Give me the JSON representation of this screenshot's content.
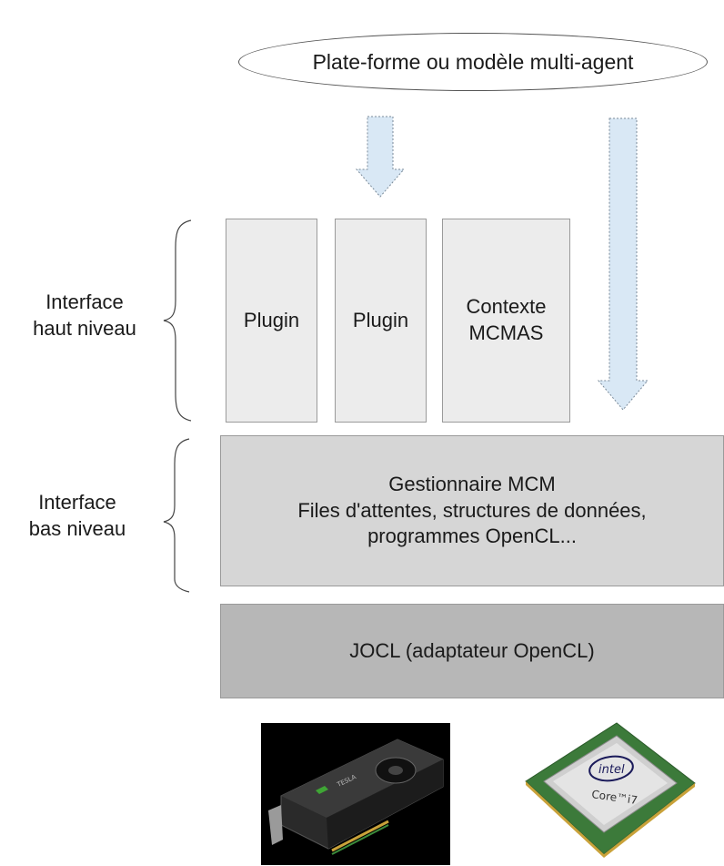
{
  "top": {
    "platform_label": "Plate-forme ou modèle multi-agent"
  },
  "high_level": {
    "label_line1": "Interface",
    "label_line2": "haut niveau",
    "plugin1": "Plugin",
    "plugin2": "Plugin",
    "context_line1": "Contexte",
    "context_line2": "MCMAS"
  },
  "low_level": {
    "label_line1": "Interface",
    "label_line2": "bas niveau",
    "manager_line1": "Gestionnaire MCM",
    "manager_line2": "Files d'attentes, structures de données,",
    "manager_line3": "programmes OpenCL..."
  },
  "jocl": {
    "label": "JOCL (adaptateur OpenCL)"
  },
  "hardware": {
    "gpu_brand_text": "TESLA",
    "cpu_brand": "intel",
    "cpu_model": "Core™i7"
  },
  "colors": {
    "arrow_fill": "#d9e8f5",
    "plugin_bg": "#ececec",
    "manager_bg": "#d6d6d6",
    "jocl_bg": "#b7b7b7"
  }
}
